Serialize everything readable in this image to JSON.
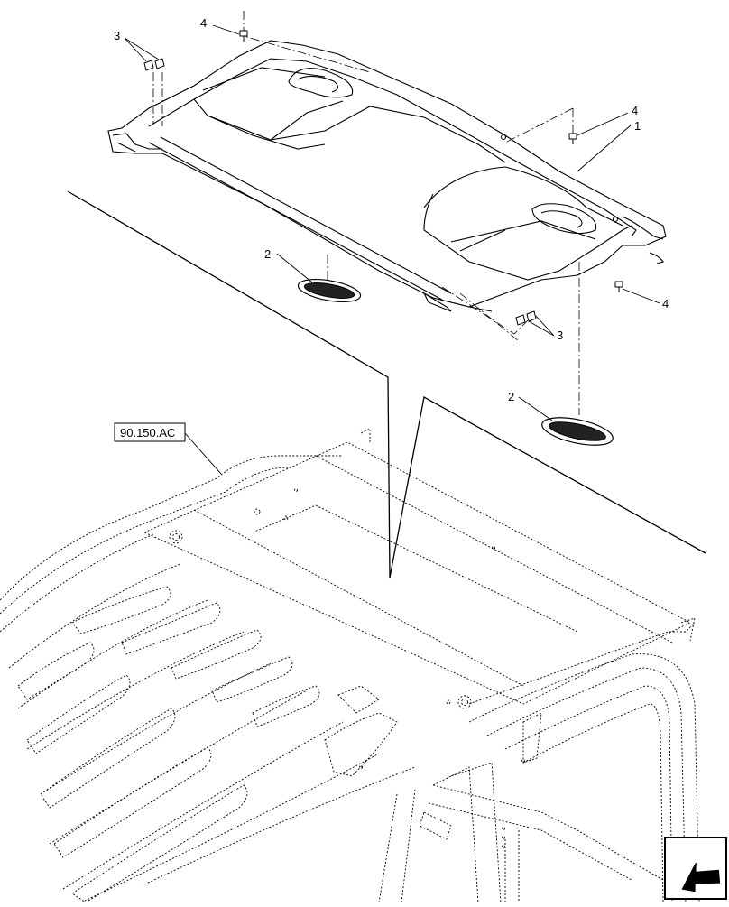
{
  "diagram": {
    "callouts": [
      {
        "id": "c1",
        "label": "1"
      },
      {
        "id": "c2a",
        "label": "2"
      },
      {
        "id": "c2b",
        "label": "2"
      },
      {
        "id": "c3a",
        "label": "3"
      },
      {
        "id": "c3b",
        "label": "3"
      },
      {
        "id": "c4a",
        "label": "4"
      },
      {
        "id": "c4b",
        "label": "4"
      },
      {
        "id": "c4c",
        "label": "4"
      }
    ],
    "reference_box": {
      "label": "90.150.AC"
    },
    "nav_icon": "next-page-arrow-icon"
  }
}
